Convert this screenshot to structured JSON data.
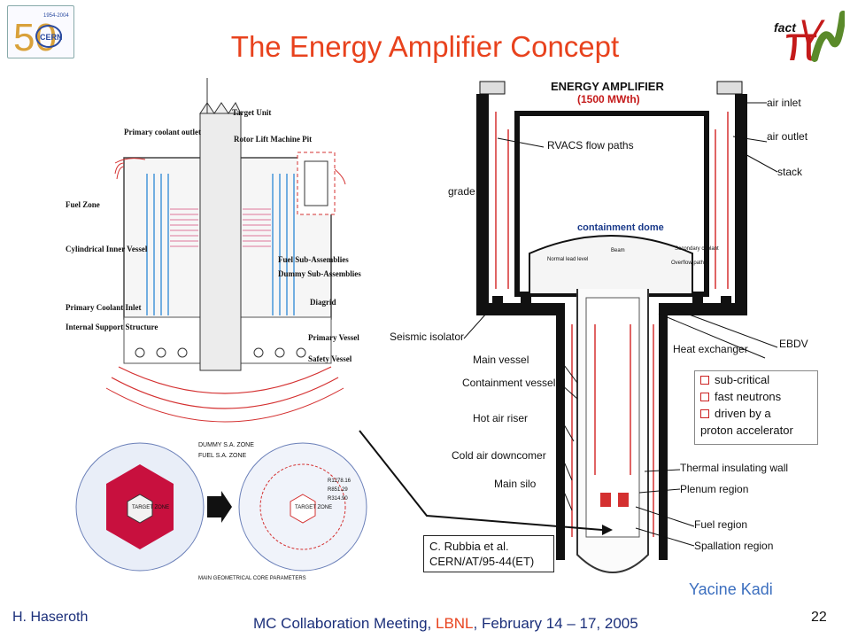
{
  "title": "The Energy Amplifier Concept",
  "logos": {
    "cern_years": "1954-2004",
    "cern_text": "CERN",
    "cern_number": "50",
    "fact_text": "fact"
  },
  "left_figure": {
    "labels": {
      "target_unit": "Target Unit",
      "rotor_lift": "Rotor Lift Machine Pit",
      "primary_coolant_outlet": "Primary coolant outlet",
      "fuel_zone": "Fuel Zone",
      "cyl_inner_vessel": "Cylindrical Inner Vessel",
      "fuel_sub": "Fuel Sub-Assemblies",
      "dummy_sub": "Dummy Sub-Assemblies",
      "primary_coolant_inlet": "Primary Coolant Inlet",
      "diagrid": "Diagrid",
      "internal_support": "Internal Support Structure",
      "primary_vessel": "Primary Vessel",
      "safety_vessel": "Safety Vessel"
    }
  },
  "bottom_figure": {
    "labels": {
      "dummy_zone": "DUMMY S.A. ZONE",
      "fuel_zone": "FUEL S.A. ZONE",
      "target_zone": "TARGET ZONE",
      "r1": "R1278.16",
      "r2": "R851.29",
      "r3": "R314.90",
      "caption": "MAIN GEOMETRICAL CORE PARAMETERS"
    }
  },
  "ea_figure": {
    "header": "ENERGY AMPLIFIER",
    "power": "(1500 MWth)",
    "labels": {
      "air_inlet": "air inlet",
      "air_outlet": "air outlet",
      "stack": "stack",
      "rvacs": "RVACS flow paths",
      "grade": "grade",
      "containment_dome": "containment dome",
      "beam": "Beam",
      "normal_lead": "Normal lead level",
      "secondary_coolant": "Secondary coolant",
      "overflow": "Overflow path",
      "seismic": "Seismic isolator",
      "heat_exchanger": "Heat exchanger",
      "ebdv": "EBDV",
      "main_vessel": "Main vessel",
      "containment_vessel": "Containment vessel",
      "hot_air_riser": "Hot air riser",
      "cold_air": "Cold air downcomer",
      "main_silo": "Main silo",
      "thermal_wall": "Thermal insulating wall",
      "plenum": "Plenum region",
      "fuel_region": "Fuel region",
      "spallation": "Spallation region"
    }
  },
  "legend": {
    "items": [
      "sub-critical",
      "fast neutrons",
      "driven by a",
      "proton accelerator"
    ]
  },
  "citation": {
    "line1": "C. Rubbia et al.",
    "line2": "CERN/AT/95-44(ET)"
  },
  "author": "Yacine Kadi",
  "footer": {
    "left": "H. Haseroth",
    "center_pre": "MC Collaboration Meeting, ",
    "center_hl": "LBNL",
    "center_post": ", February 14 – 17, 2005",
    "page": "22"
  },
  "colors": {
    "title": "#e8421d",
    "footer": "#1b2f7a",
    "author": "#3c6fbf",
    "flow_arrows": "#d22222"
  }
}
